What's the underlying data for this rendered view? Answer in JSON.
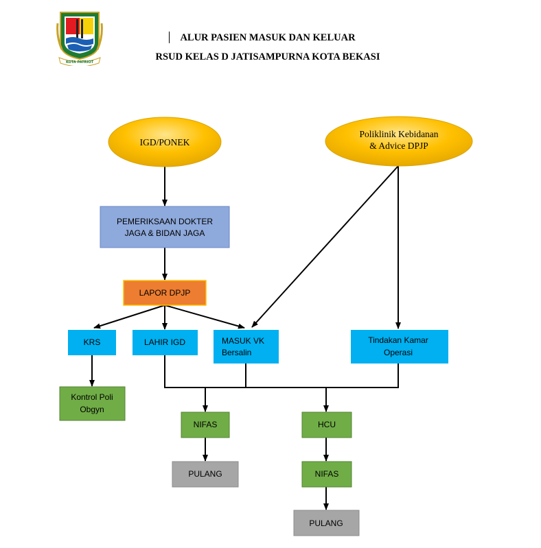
{
  "header": {
    "title_line1": "ALUR PASIEN MASUK DAN KELUAR",
    "title_line2": "RSUD KELAS D JATISAMPURNA KOTA BEKASI",
    "logo_text": "KOTA PATRIOT"
  },
  "nodes": {
    "igd": {
      "lines": [
        "IGD/PONEK"
      ]
    },
    "poli": {
      "lines": [
        "Poliklinik Kebidanan",
        "& Advice DPJP"
      ]
    },
    "pemeriksaan": {
      "lines": [
        "PEMERIKSAAN DOKTER",
        "JAGA & BIDAN JAGA"
      ]
    },
    "lapor": {
      "lines": [
        "LAPOR DPJP"
      ]
    },
    "krs": {
      "lines": [
        "KRS"
      ]
    },
    "lahir": {
      "lines": [
        "LAHIR IGD"
      ]
    },
    "masuk": {
      "lines": [
        "MASUK VK",
        "Bersalin"
      ]
    },
    "tindakan": {
      "lines": [
        "Tindakan Kamar",
        "Operasi"
      ]
    },
    "kontrol": {
      "lines": [
        "Kontrol Poli",
        "Obgyn"
      ]
    },
    "nifas1": {
      "lines": [
        "NIFAS"
      ]
    },
    "hcu": {
      "lines": [
        "HCU"
      ]
    },
    "pulang1": {
      "lines": [
        "PULANG"
      ]
    },
    "nifas2": {
      "lines": [
        "NIFAS"
      ]
    },
    "pulang2": {
      "lines": [
        "PULANG"
      ]
    }
  },
  "colors": {
    "ellipse_fill": "#ffc000",
    "blue_purple": "#8ea9db",
    "orange": "#ed7d31",
    "cyan": "#00b0f0",
    "green": "#70ad47",
    "gray": "#a6a6a6"
  }
}
